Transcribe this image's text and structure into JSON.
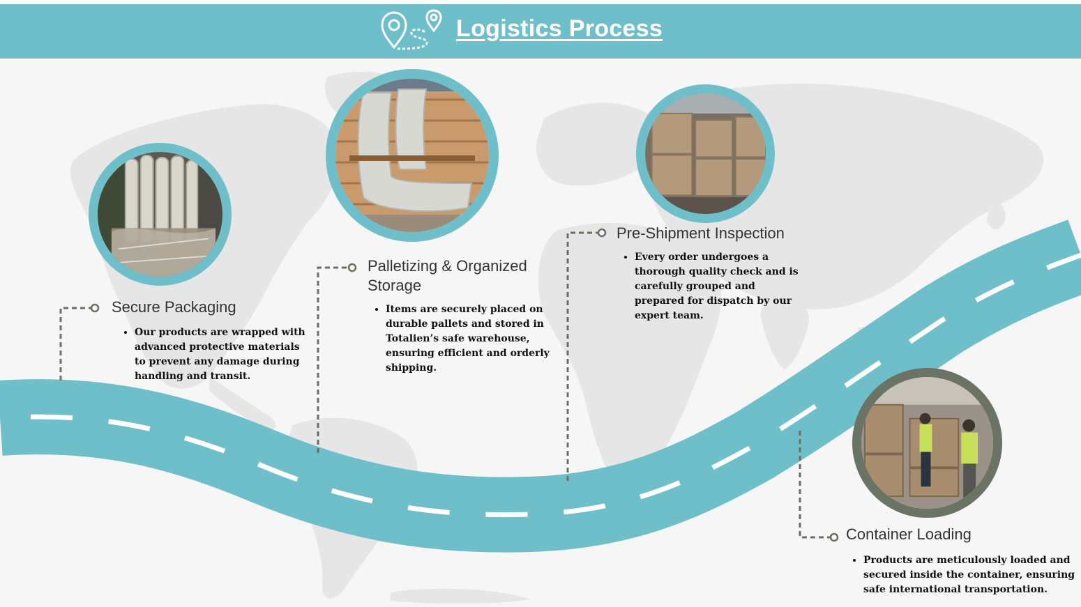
{
  "header": {
    "title": "Logistics Process",
    "icon": "map-pin-route-icon",
    "background_color": "#6fbfca"
  },
  "colors": {
    "road": "#6fbfca",
    "connector": "#6b6e60",
    "map": "#e6e6e6",
    "frame_teal": "#6fbfca",
    "frame_olive": "#6b7464"
  },
  "steps": [
    {
      "title": "Secure Packaging",
      "bullets": [
        "Our products are wrapped with advanced protective materials to prevent any damage during handling and transit."
      ],
      "photo": "stretch-wrapped-bundles-photo"
    },
    {
      "title": "Palletizing & Organized Storage",
      "bullets": [
        "Items are securely placed on durable pallets and stored in Totalien’s safe warehouse, ensuring efficient and orderly shipping."
      ],
      "photo": "palletized-storage-photo"
    },
    {
      "title": "Pre-Shipment Inspection",
      "bullets": [
        "Every order undergoes a thorough quality check and is carefully grouped and prepared for dispatch by our expert team."
      ],
      "photo": "warehouse-boxes-photo"
    },
    {
      "title": "Container Loading",
      "bullets": [
        "Products are meticulously loaded and secured inside the container, ensuring safe international transportation."
      ],
      "photo": "container-loading-workers-photo"
    }
  ]
}
